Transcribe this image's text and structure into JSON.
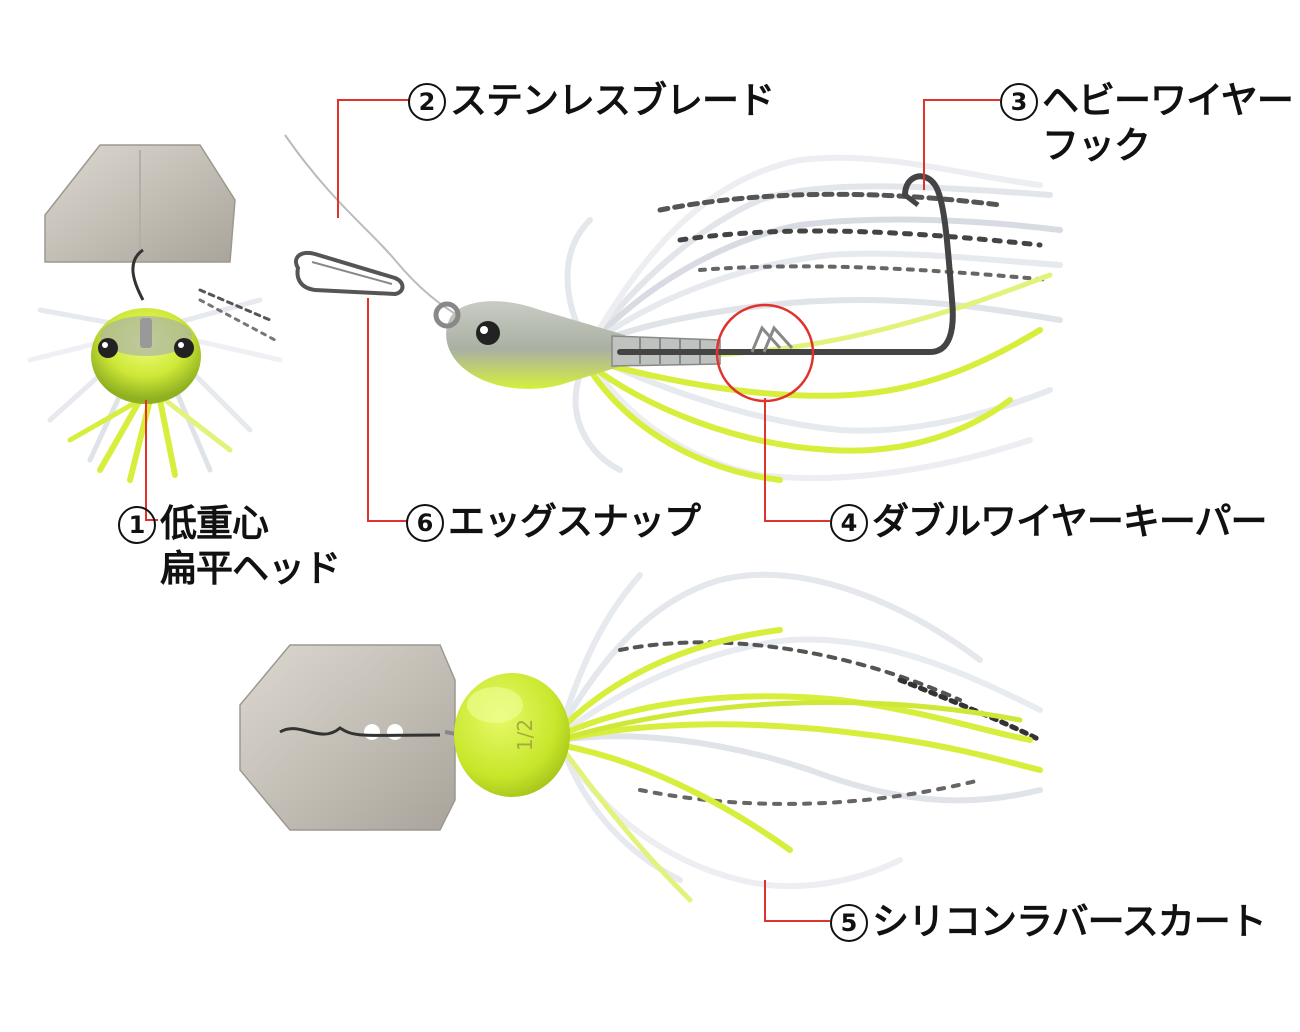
{
  "colors": {
    "leader_line": "#e0332e",
    "chartreuse": "#d8ee3c",
    "blade_silver": "#c9c5bd",
    "text": "#111111"
  },
  "callouts": [
    {
      "id": "1",
      "number": "1",
      "lines": [
        "低重心",
        "扁平ヘッド"
      ]
    },
    {
      "id": "2",
      "number": "2",
      "lines": [
        "ステンレスブレード"
      ]
    },
    {
      "id": "3",
      "number": "3",
      "lines": [
        "ヘビーワイヤー",
        "フック"
      ]
    },
    {
      "id": "4",
      "number": "4",
      "lines": [
        "ダブルワイヤーキーパー"
      ]
    },
    {
      "id": "5",
      "number": "5",
      "lines": [
        "シリコンラバースカート"
      ]
    },
    {
      "id": "6",
      "number": "6",
      "lines": [
        "エッグスナップ"
      ]
    }
  ],
  "head_marking": "1/2"
}
